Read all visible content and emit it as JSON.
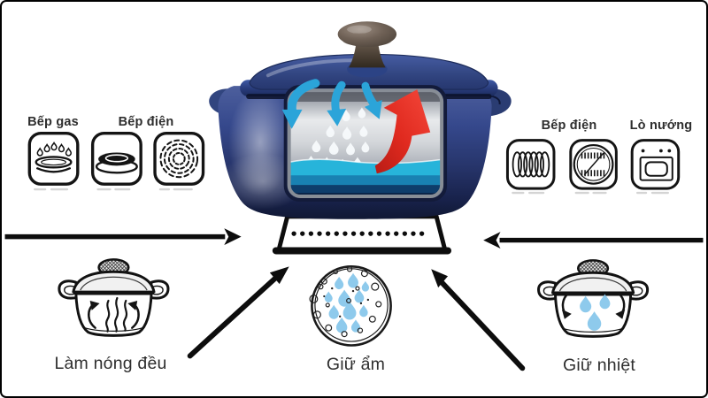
{
  "canvas": {
    "background": "#ffffff",
    "frame_color": "#000000"
  },
  "heat_sources_left": {
    "labels": [
      "Bếp gas",
      "Bếp điện"
    ],
    "icons": [
      "gas-burner-icon",
      "electric-hotplate-icon",
      "radiant-rings-icon"
    ]
  },
  "heat_sources_right": {
    "labels": [
      "Bếp điện",
      "Lò nướng"
    ],
    "icons": [
      "heating-coil-icon",
      "halogen-element-icon",
      "oven-icon"
    ]
  },
  "benefits": [
    {
      "label": "Làm nóng đều",
      "icon": "pot-even-heating-icon"
    },
    {
      "label": "Giữ ẩm",
      "icon": "moisture-bubbles-icon"
    },
    {
      "label": "Giữ nhiệt",
      "icon": "pot-heat-retention-icon"
    }
  ],
  "center_pot": {
    "icon": "dutch-oven-cutaway",
    "features": [
      "steam-circulation-arrows",
      "condensation-droplets",
      "rising-heat-arrow",
      "simmering-liquid",
      "trivet-stand"
    ]
  },
  "colors": {
    "pot_blue": "#2f4890",
    "pot_dark_blue": "#131c3d",
    "lid_blue": "#31479b",
    "knob_brown": "#6f6156",
    "steam_arrow_blue": "#2ba4d9",
    "heat_arrow_red": "#e02a1f",
    "liquid_cyan": "#27b4da",
    "droplet_blue": "#8ecaec",
    "line_art": "#141414",
    "label_text": "#2e2e2e"
  }
}
